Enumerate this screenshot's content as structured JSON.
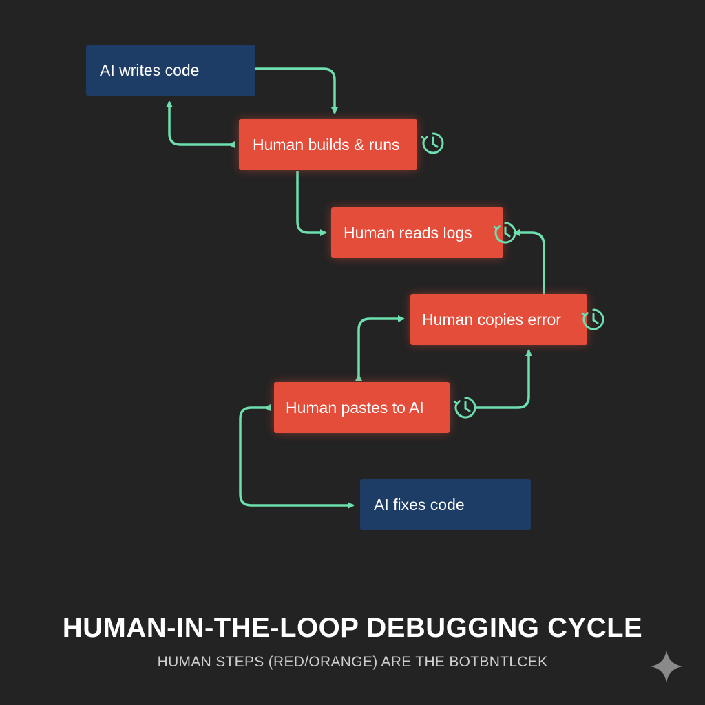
{
  "diagram": {
    "nodes": {
      "ai_writes": {
        "label": "AI writes code",
        "kind": "ai"
      },
      "human_builds": {
        "label": "Human builds & runs",
        "kind": "human"
      },
      "human_reads": {
        "label": "Human reads logs",
        "kind": "human"
      },
      "human_copies": {
        "label": "Human copies error",
        "kind": "human"
      },
      "human_pastes": {
        "label": "Human pastes to AI",
        "kind": "human"
      },
      "ai_fixes": {
        "label": "AI fixes code",
        "kind": "ai"
      }
    }
  },
  "footer": {
    "title": "HUMAN-IN-THE-LOOP DEBUGGING CYCLE",
    "subtitle": "HUMAN STEPS (RED/ORANGE) ARE THE BOTBNTLCEK"
  },
  "colors": {
    "background": "#232323",
    "ai_node": "#1e3d66",
    "human_node": "#e44d3a",
    "arrow": "#6ee0b0",
    "title": "#ffffff",
    "subtitle": "#cfcfcf"
  },
  "icons": {
    "timer": "clock-icon",
    "brand": "sparkle-icon"
  }
}
